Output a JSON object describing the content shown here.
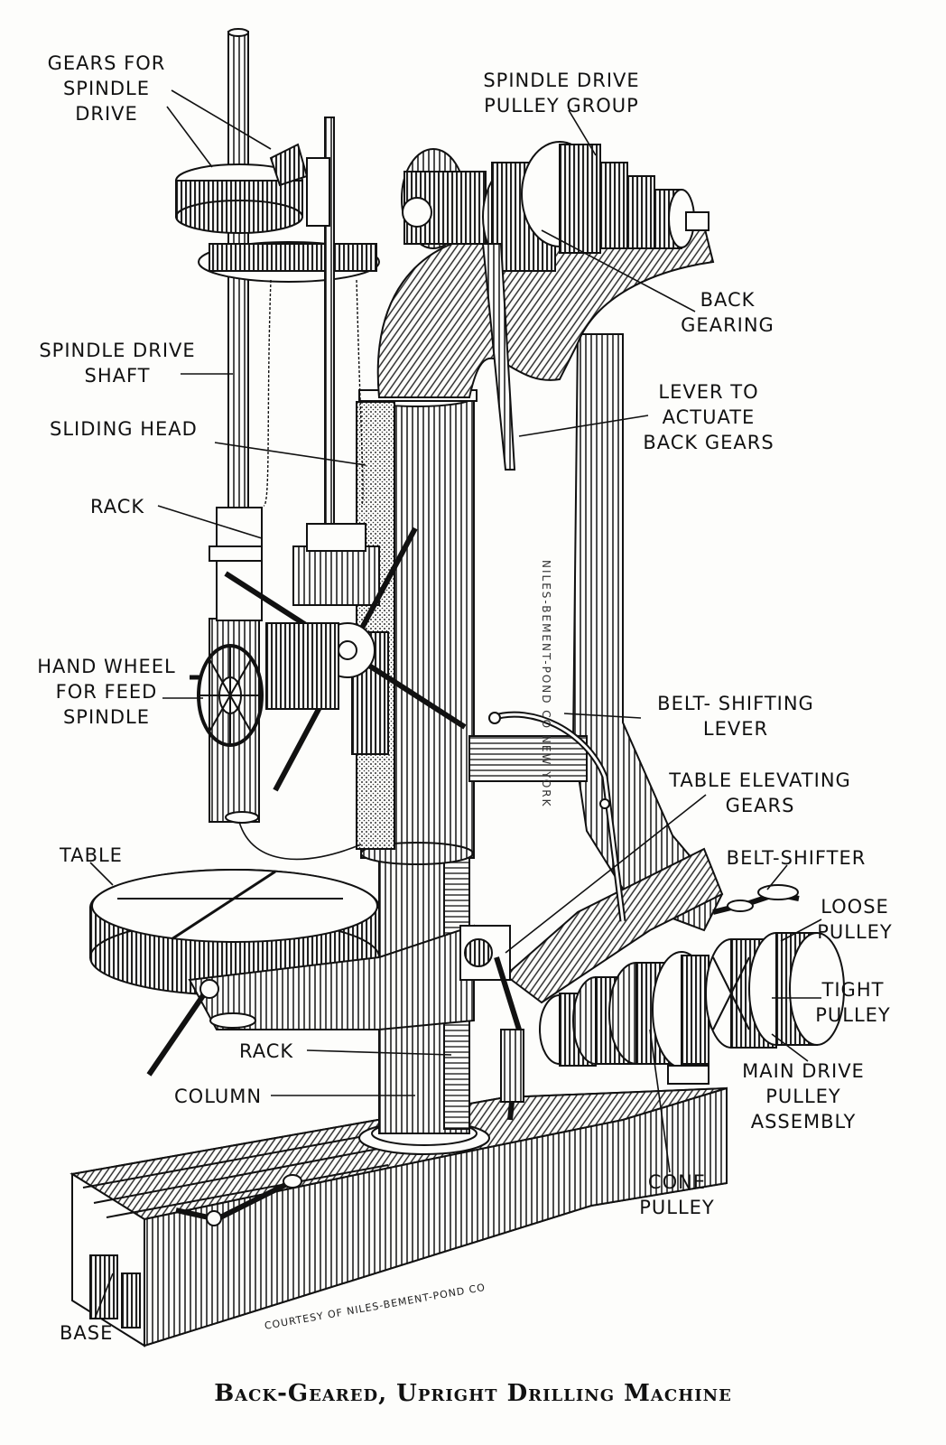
{
  "figure": {
    "caption": "Back-Geared, Upright Drilling Machine",
    "courtesy": "COURTESY OF NILES-BEMENT-POND CO",
    "casting_text": "NILES-BEMENT-POND CO NEW YORK",
    "ink_color": "#111111",
    "paper_color": "#fdfdfb"
  },
  "labels": {
    "gears_spindle_drive": "GEARS FOR\nSPINDLE\nDRIVE",
    "spindle_drive_pulley_group": "SPINDLE DRIVE\nPULLEY GROUP",
    "back_gearing": "BACK\nGEARING",
    "spindle_drive_shaft": "SPINDLE DRIVE\nSHAFT",
    "lever_back_gears": "LEVER TO\nACTUATE\nBACK GEARS",
    "sliding_head": "SLIDING HEAD",
    "rack_upper": "RACK",
    "hand_wheel": "HAND WHEEL\nFOR FEED\nSPINDLE",
    "belt_shifting_lever": "BELT- SHIFTING\nLEVER",
    "table_elevating_gears": "TABLE ELEVATING\nGEARS",
    "table": "TABLE",
    "belt_shifter": "BELT-SHIFTER",
    "loose_pulley": "LOOSE\nPULLEY",
    "tight_pulley": "TIGHT\nPULLEY",
    "rack_lower": "RACK",
    "main_drive_pulley": "MAIN DRIVE\nPULLEY\nASSEMBLY",
    "column": "COLUMN",
    "cone_pulley": "CONE\nPULLEY",
    "base": "BASE"
  }
}
